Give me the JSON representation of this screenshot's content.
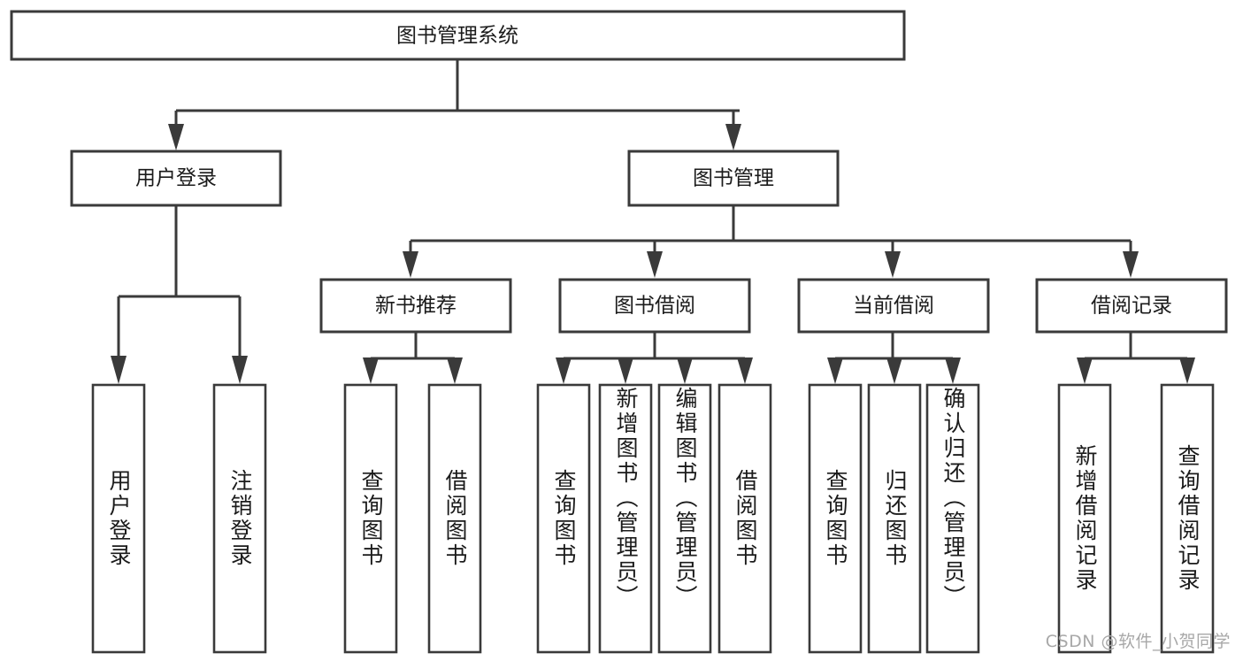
{
  "diagram": {
    "type": "hierarchy-tree",
    "title_node": {
      "id": "root",
      "label": "图书管理系统"
    },
    "level2": [
      {
        "id": "user-login",
        "label": "用户登录"
      },
      {
        "id": "book-manage",
        "label": "图书管理"
      }
    ],
    "level3": [
      {
        "id": "new-book-recommend",
        "label": "新书推荐",
        "parent": "book-manage"
      },
      {
        "id": "book-borrow",
        "label": "图书借阅",
        "parent": "book-manage"
      },
      {
        "id": "current-borrow",
        "label": "当前借阅",
        "parent": "book-manage"
      },
      {
        "id": "borrow-record",
        "label": "借阅记录",
        "parent": "book-manage"
      }
    ],
    "leaves": {
      "user-login": [
        {
          "id": "leaf-user-login",
          "label": "用户登录"
        },
        {
          "id": "leaf-logout",
          "label": "注销登录"
        }
      ],
      "new-book-recommend": [
        {
          "id": "leaf-query-book-1",
          "label": "查询图书"
        },
        {
          "id": "leaf-borrow-book-1",
          "label": "借阅图书"
        }
      ],
      "book-borrow": [
        {
          "id": "leaf-query-book-2",
          "label": "查询图书"
        },
        {
          "id": "leaf-add-book",
          "label": "新增图书（管理员）"
        },
        {
          "id": "leaf-edit-book",
          "label": "编辑图书（管理员）"
        },
        {
          "id": "leaf-borrow-book-2",
          "label": "借阅图书"
        }
      ],
      "current-borrow": [
        {
          "id": "leaf-query-book-3",
          "label": "查询图书"
        },
        {
          "id": "leaf-return-book",
          "label": "归还图书"
        },
        {
          "id": "leaf-confirm-return",
          "label": "确认归还（管理员）"
        }
      ],
      "borrow-record": [
        {
          "id": "leaf-add-record",
          "label": "新增借阅记录"
        },
        {
          "id": "leaf-query-record",
          "label": "查询借阅记录"
        }
      ]
    }
  },
  "watermark": {
    "text": "CSDN @软件_小贺同学"
  },
  "colors": {
    "background": "#ffffff",
    "box_fill": "#ffffff",
    "box_stroke": "#3a3a3a",
    "text": "#1b1b1b",
    "watermark": "#a8a8a8"
  }
}
